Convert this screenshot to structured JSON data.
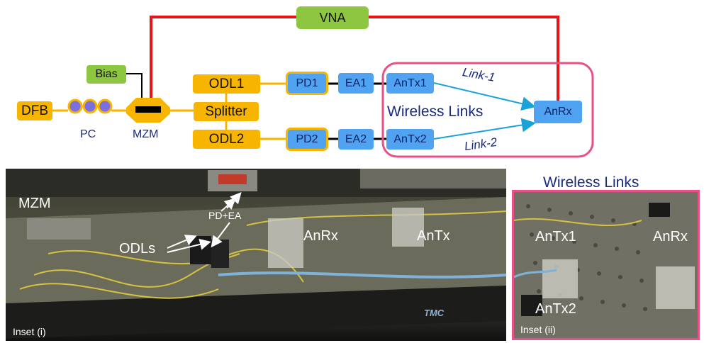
{
  "diagram": {
    "vna": "VNA",
    "bias": "Bias",
    "dfb": "DFB",
    "pc": "PC",
    "mzm": "MZM",
    "odl1": "ODL1",
    "odl2": "ODL2",
    "splitter": "Splitter",
    "pd1": "PD1",
    "pd2": "PD2",
    "ea1": "EA1",
    "ea2": "EA2",
    "antx1": "AnTx1",
    "antx2": "AnTx2",
    "anrx": "AnRx",
    "wireless_links": "Wireless Links",
    "link1": "Link-1",
    "link2": "Link-2"
  },
  "photo_main": {
    "mzm": "MZM",
    "pd_ea": "PD+EA",
    "odls": "ODLs",
    "anrx": "AnRx",
    "antx": "AnTx",
    "inset": "Inset (i)",
    "table_logo": "TMC"
  },
  "photo_inset": {
    "title": "Wireless Links",
    "antx1": "AnTx1",
    "anrx": "AnRx",
    "antx2": "AnTx2",
    "inset": "Inset (ii)"
  },
  "colors": {
    "red_line": "#e8141a",
    "orange_box": "#f7b500",
    "blue_box": "#4fa3f0",
    "green_box": "#8dc63f",
    "pink_frame": "#e8508a",
    "cyan_arrow": "#19a3d8",
    "label_navy": "#1a2a80"
  }
}
